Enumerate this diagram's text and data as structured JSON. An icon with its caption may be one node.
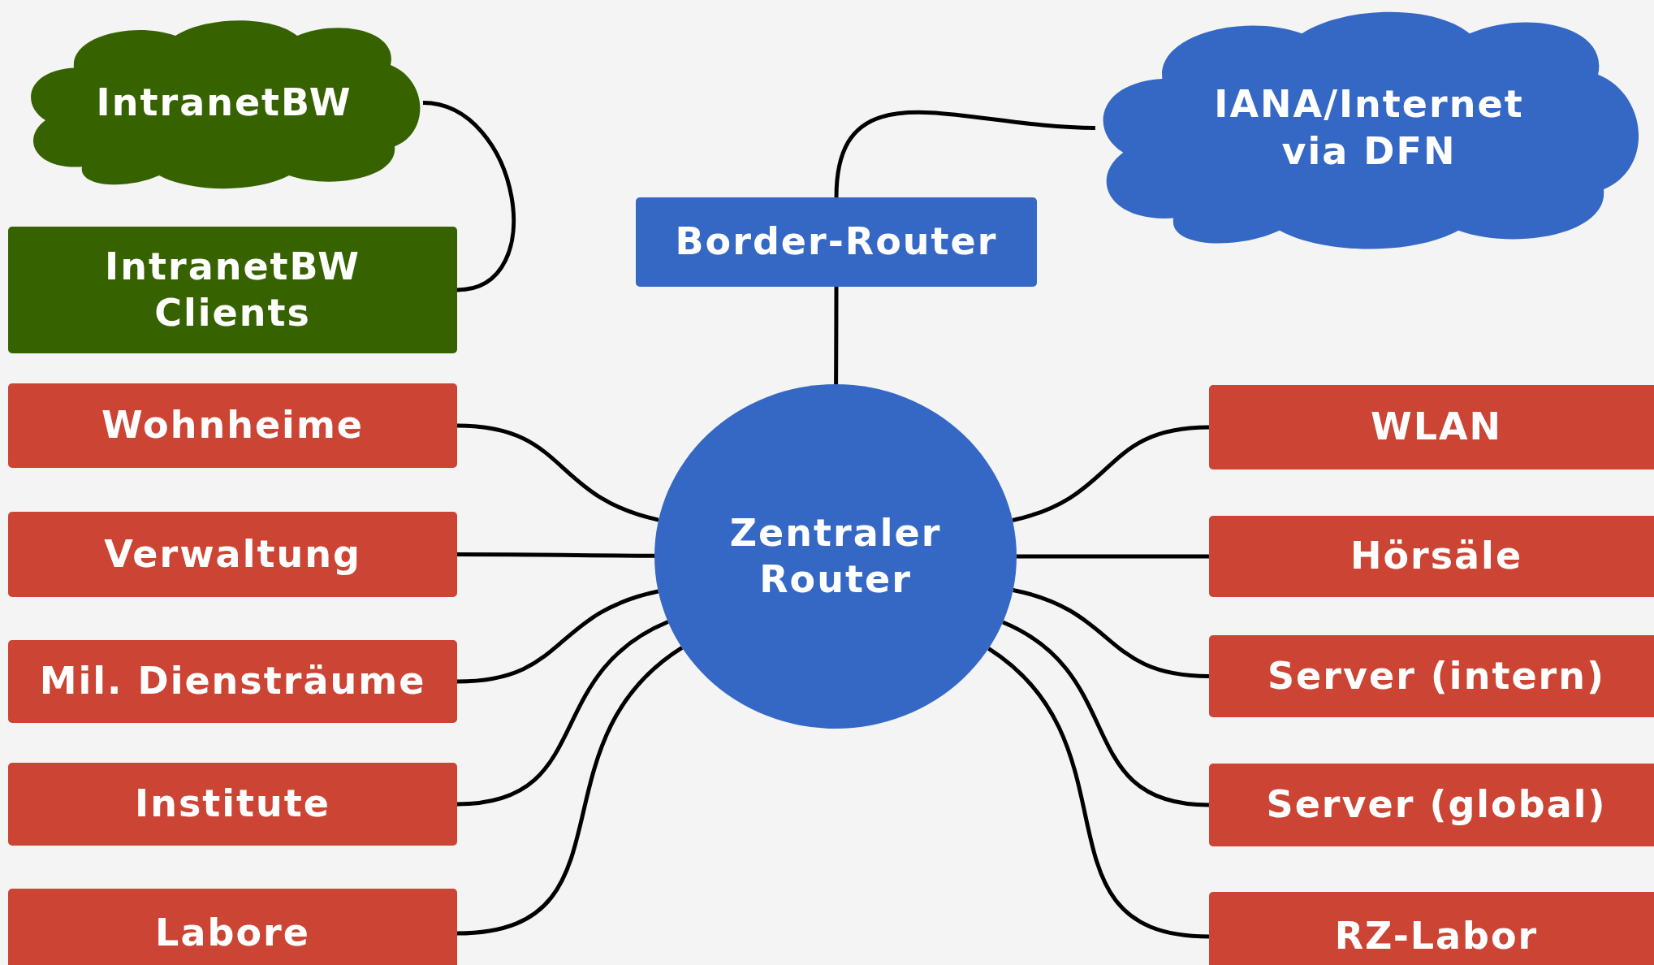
{
  "diagram": {
    "nodes": [
      {
        "text": [
          "IntranetBW"
        ]
      },
      {
        "text": [
          "IANA/Internet via DFN"
        ]
      },
      {
        "text": [
          "Border-Router"
        ]
      },
      {
        "text": [
          "IntranetBW Clients"
        ]
      },
      {
        "text": [
          "Zentraler Router"
        ]
      },
      {
        "text": [
          "Wohnheime"
        ]
      },
      {
        "text": [
          "Verwaltung"
        ]
      },
      {
        "text": [
          "Mil. Diensträume"
        ]
      },
      {
        "text": [
          "Institute"
        ]
      },
      {
        "text": [
          "Labore"
        ]
      },
      {
        "text": [
          "WLAN"
        ]
      },
      {
        "text": [
          "Hörsäle"
        ]
      },
      {
        "text": [
          "Server (intern)"
        ]
      },
      {
        "text": [
          "Server (global)"
        ]
      },
      {
        "text": [
          "RZ-Labor"
        ]
      }
    ],
    "edges": [
      {
        "from": 0,
        "to": 3,
        "arrow": "none"
      },
      {
        "from": 2,
        "to": 1,
        "arrow": "none"
      },
      {
        "from": 2,
        "to": 4,
        "arrow": "none"
      },
      {
        "from": 4,
        "to": 5,
        "arrow": "none"
      },
      {
        "from": 4,
        "to": 6,
        "arrow": "none"
      },
      {
        "from": 4,
        "to": 7,
        "arrow": "none"
      },
      {
        "from": 4,
        "to": 8,
        "arrow": "none"
      },
      {
        "from": 4,
        "to": 9,
        "arrow": "none"
      },
      {
        "from": 4,
        "to": 10,
        "arrow": "none"
      },
      {
        "from": 4,
        "to": 11,
        "arrow": "none"
      },
      {
        "from": 4,
        "to": 12,
        "arrow": "none"
      },
      {
        "from": 4,
        "to": 13,
        "arrow": "none"
      },
      {
        "from": 4,
        "to": 14,
        "arrow": "none"
      }
    ]
  }
}
